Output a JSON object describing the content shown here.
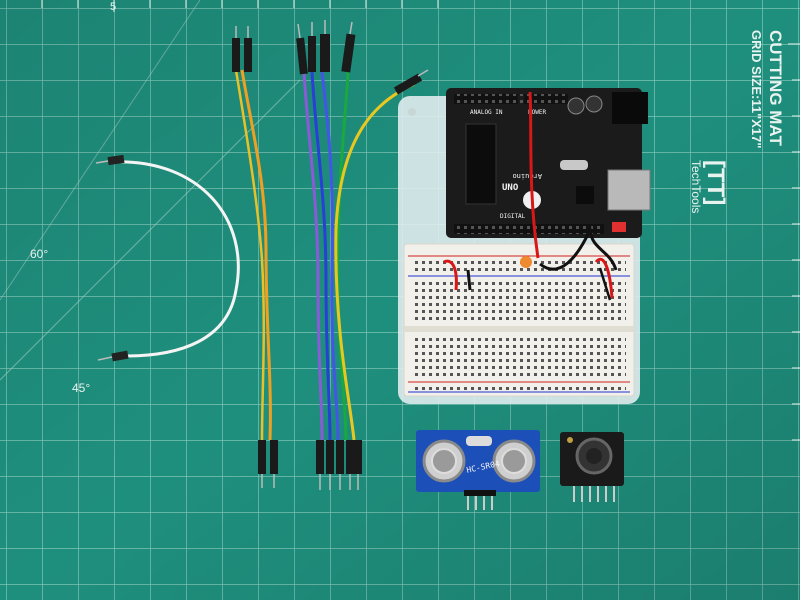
{
  "mat": {
    "brand_mark": "[TT]",
    "brand_name": "TechTools",
    "product": "CUTTING MAT",
    "grid_size": "GRID SIZE:11\"X17\"",
    "angle_60": "60°",
    "angle_45": "45°",
    "edge_number": "5",
    "colors": {
      "mat": "#1f8f7d",
      "grid": "#7cc4b6",
      "markings": "#e8f3ef"
    }
  },
  "arduino": {
    "model_label": "UNO",
    "brand_label": "Arduino",
    "analog_label": "ANALOG IN",
    "power_label": "POWER",
    "digital_label": "DIGITAL",
    "colors": {
      "board": "#1b1b1b",
      "plate": "#e6eef0"
    }
  },
  "ultrasonic_sensor": {
    "label": "HC-SR04",
    "color": "#1d4fb8"
  },
  "maxbotix_sensor": {
    "color": "#1a1a1a"
  },
  "wires": {
    "colors": {
      "white": "#f4f4f4",
      "orange": "#f0a020",
      "blue": "#2a3fd8",
      "purple": "#8a5ad8",
      "green": "#1aa840",
      "yellow": "#e8c820",
      "red": "#d81818"
    }
  }
}
